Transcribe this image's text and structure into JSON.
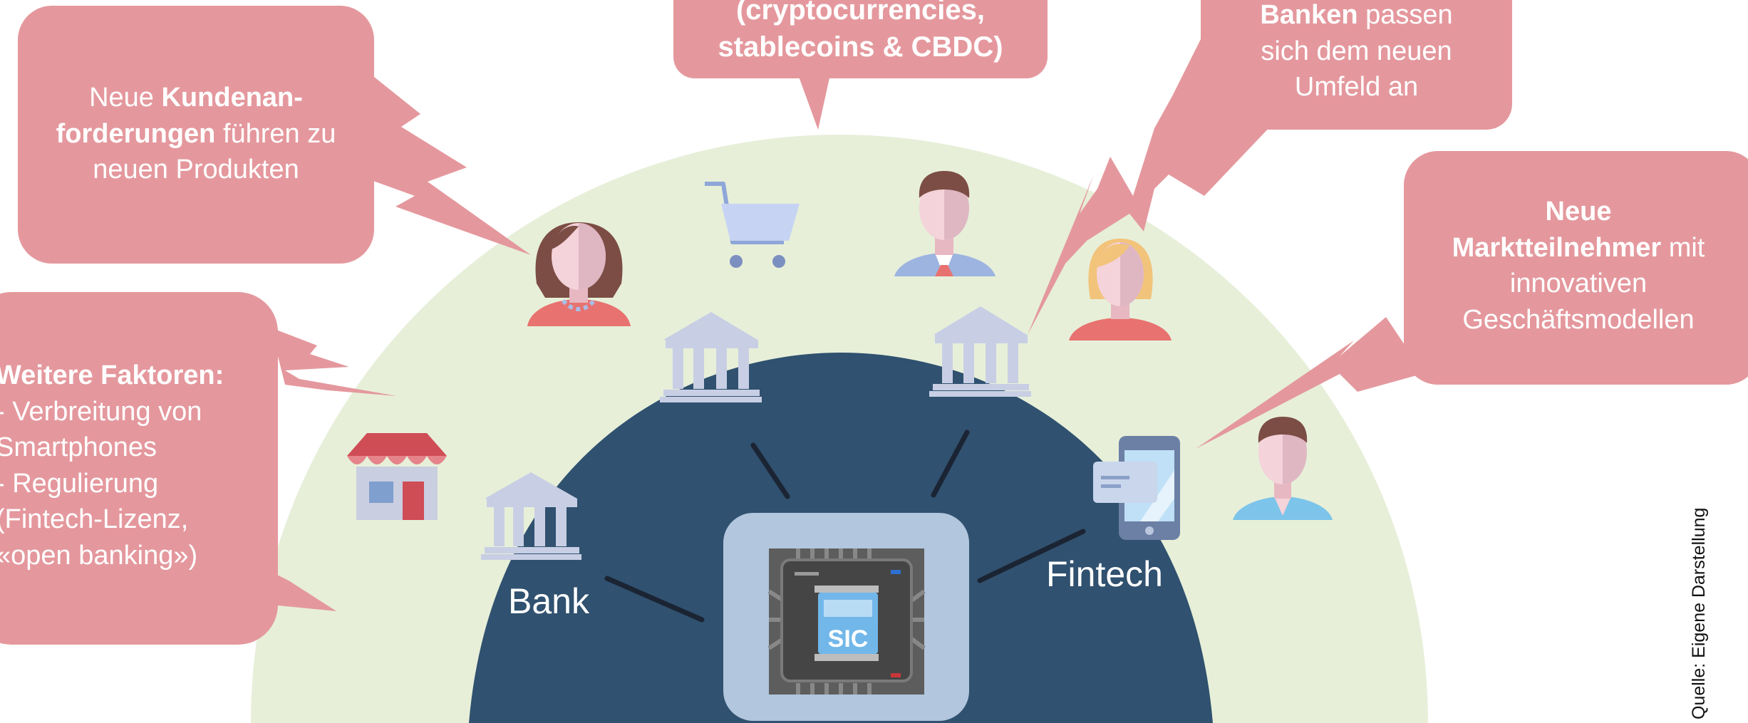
{
  "colors": {
    "bubble": "#e4989d",
    "outer_arc": "#e7efd9",
    "inner_arc": "#30516f",
    "chip_panel": "#b2c6dd",
    "bank_icon": "#c8cfe4"
  },
  "callouts": {
    "customers": {
      "pre": "Neue ",
      "bold": "Kundenan-forderungen",
      "post": " führen zu neuen Produkten"
    },
    "crypto": {
      "line1": "(cryptocurrencies,",
      "line2": "stablecoins & CBDC)"
    },
    "banks": {
      "bold": "Banken",
      "post1": " passen",
      "line2": "sich dem neuen",
      "line3": "Umfeld an"
    },
    "new_players": {
      "bold1": "Neue",
      "bold2": "Marktteilnehmer",
      "post": " mit",
      "line3": "innovativen",
      "line4": "Geschäftsmodellen"
    },
    "factors": {
      "title": "Weitere Faktoren:",
      "item1a": "- Verbreitung von",
      "item1b": "Smartphones",
      "item2a": "- Regulierung",
      "item2b": "(Fintech-Lizenz,",
      "item2c": "«open banking»)"
    }
  },
  "labels": {
    "bank": "Bank",
    "fintech": "Fintech",
    "chip": "SIC"
  },
  "source": "Quelle: Eigene Darstellung"
}
